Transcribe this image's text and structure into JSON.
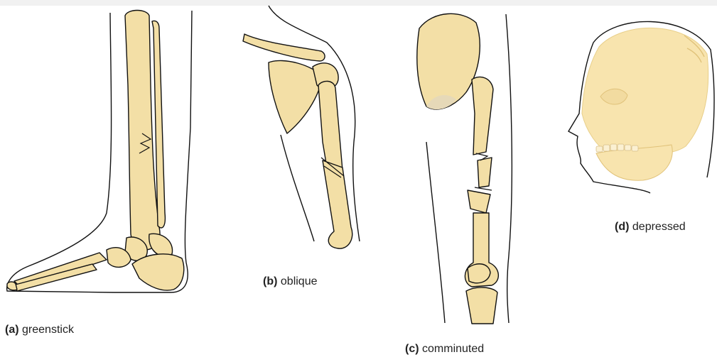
{
  "panels": [
    {
      "id": "a",
      "letter": "(a)",
      "label": "greenstick"
    },
    {
      "id": "b",
      "letter": "(b)",
      "label": "oblique"
    },
    {
      "id": "c",
      "letter": "(c)",
      "label": "comminuted"
    },
    {
      "id": "d",
      "letter": "(d)",
      "label": "depressed"
    }
  ],
  "colors": {
    "bone": "#f3dfa6",
    "skull": "#f8e4ae",
    "outline": "#111111"
  }
}
